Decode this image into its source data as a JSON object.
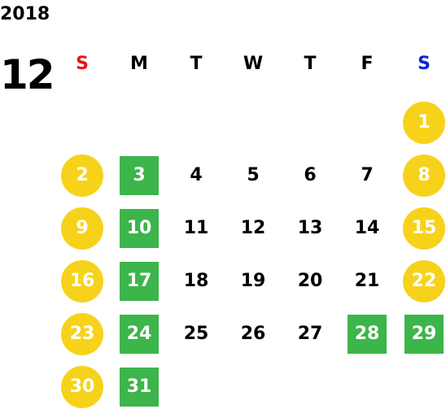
{
  "calendar": {
    "year": "2018",
    "month": "12",
    "weekdays": [
      "S",
      "M",
      "T",
      "W",
      "T",
      "F",
      "S"
    ],
    "colors": {
      "sunday_header": "#ee1111",
      "saturday_header": "#1122dd",
      "weekend_circle": "#f7d21a",
      "holiday_square": "#3cb54a"
    },
    "weeks": [
      [
        {
          "d": ""
        },
        {
          "d": ""
        },
        {
          "d": ""
        },
        {
          "d": ""
        },
        {
          "d": ""
        },
        {
          "d": ""
        },
        {
          "d": "1",
          "style": "circle"
        }
      ],
      [
        {
          "d": "2",
          "style": "circle"
        },
        {
          "d": "3",
          "style": "square"
        },
        {
          "d": "4"
        },
        {
          "d": "5"
        },
        {
          "d": "6"
        },
        {
          "d": "7"
        },
        {
          "d": "8",
          "style": "circle"
        }
      ],
      [
        {
          "d": "9",
          "style": "circle"
        },
        {
          "d": "10",
          "style": "square"
        },
        {
          "d": "11"
        },
        {
          "d": "12"
        },
        {
          "d": "13"
        },
        {
          "d": "14"
        },
        {
          "d": "15",
          "style": "circle"
        }
      ],
      [
        {
          "d": "16",
          "style": "circle"
        },
        {
          "d": "17",
          "style": "square"
        },
        {
          "d": "18"
        },
        {
          "d": "19"
        },
        {
          "d": "20"
        },
        {
          "d": "21"
        },
        {
          "d": "22",
          "style": "circle"
        }
      ],
      [
        {
          "d": "23",
          "style": "circle"
        },
        {
          "d": "24",
          "style": "square"
        },
        {
          "d": "25"
        },
        {
          "d": "26"
        },
        {
          "d": "27"
        },
        {
          "d": "28",
          "style": "square"
        },
        {
          "d": "29",
          "style": "square"
        }
      ],
      [
        {
          "d": "30",
          "style": "circle"
        },
        {
          "d": "31",
          "style": "square"
        },
        {
          "d": ""
        },
        {
          "d": ""
        },
        {
          "d": ""
        },
        {
          "d": ""
        },
        {
          "d": ""
        }
      ]
    ]
  }
}
